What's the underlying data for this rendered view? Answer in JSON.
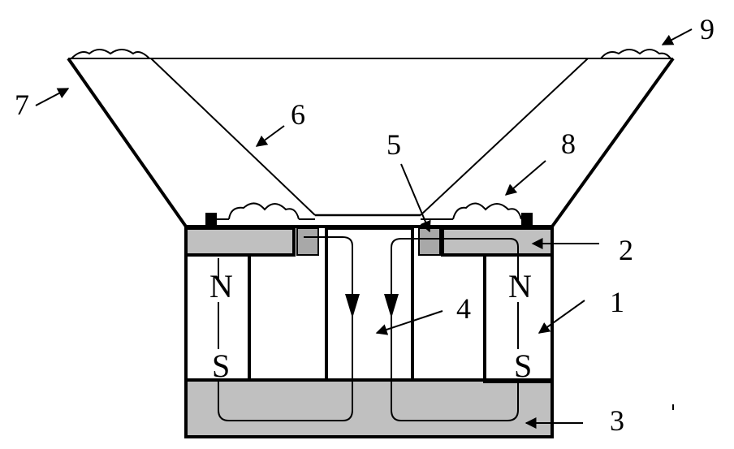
{
  "labels": {
    "magnet": "1",
    "top_plate": "2",
    "bottom_plate": "3",
    "pole_piece": "4",
    "voice_coil": "5",
    "cone": "6",
    "frame": "7",
    "spider": "8",
    "surround": "9"
  },
  "poles": {
    "left_north": "N",
    "left_south": "S",
    "right_north": "N",
    "right_south": "S"
  },
  "colors": {
    "steel": "#c0c0c0",
    "line": "#000000",
    "background": "#ffffff"
  }
}
